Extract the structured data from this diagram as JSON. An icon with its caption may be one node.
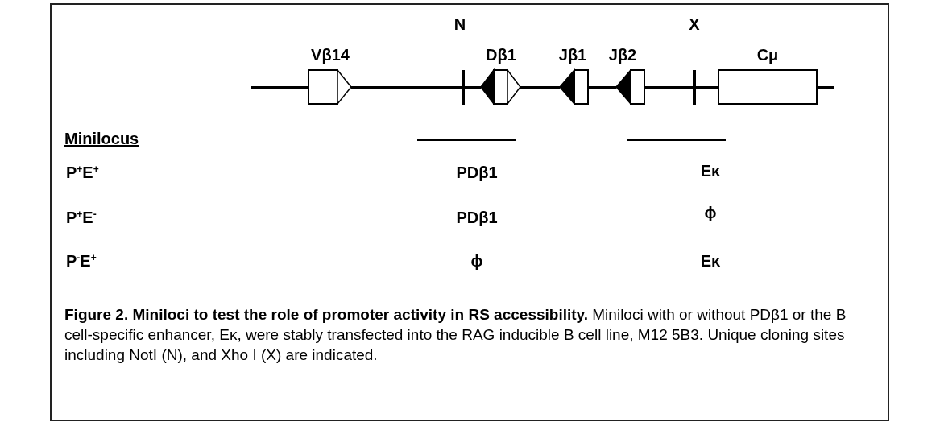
{
  "diagram": {
    "caption": "**Figure 2. Miniloci to test the role of promoter activity in RS accessibility.** Miniloci with or without PDβ1 or the B cell-specific enhancer, Eκ, were stably transfected into the RAG inducible B cell line, M12 5B3. Unique cloning sites including NotI (N), and Xho I (X) are indicated.",
    "nodes": [
      {
        "text": [
          "Vβ14"
        ]
      },
      {
        "text": [
          "Dβ1"
        ]
      },
      {
        "text": [
          "Jβ1"
        ]
      },
      {
        "text": [
          "Jβ2"
        ]
      },
      {
        "text": [
          "Cμ"
        ]
      }
    ],
    "edges": [
      {
        "from": null,
        "to": 0,
        "arrow": "none"
      },
      {
        "from": 0,
        "to": 1,
        "arrow": "none"
      },
      {
        "from": 1,
        "to": 2,
        "arrow": "none"
      },
      {
        "from": 2,
        "to": 3,
        "arrow": "none"
      },
      {
        "from": 3,
        "to": 4,
        "arrow": "none"
      },
      {
        "from": 4,
        "to": null,
        "arrow": "none"
      }
    ],
    "labels": [
      "N",
      "X",
      "Minilocus",
      "P$^{+}$E$^{+}$",
      "PDβ1",
      "Eκ",
      "P$^{+}$E$^{-}$",
      "PDβ1",
      "ϕ",
      "P$^{-}$E$^{+}$",
      "ϕ",
      "Eκ"
    ]
  }
}
